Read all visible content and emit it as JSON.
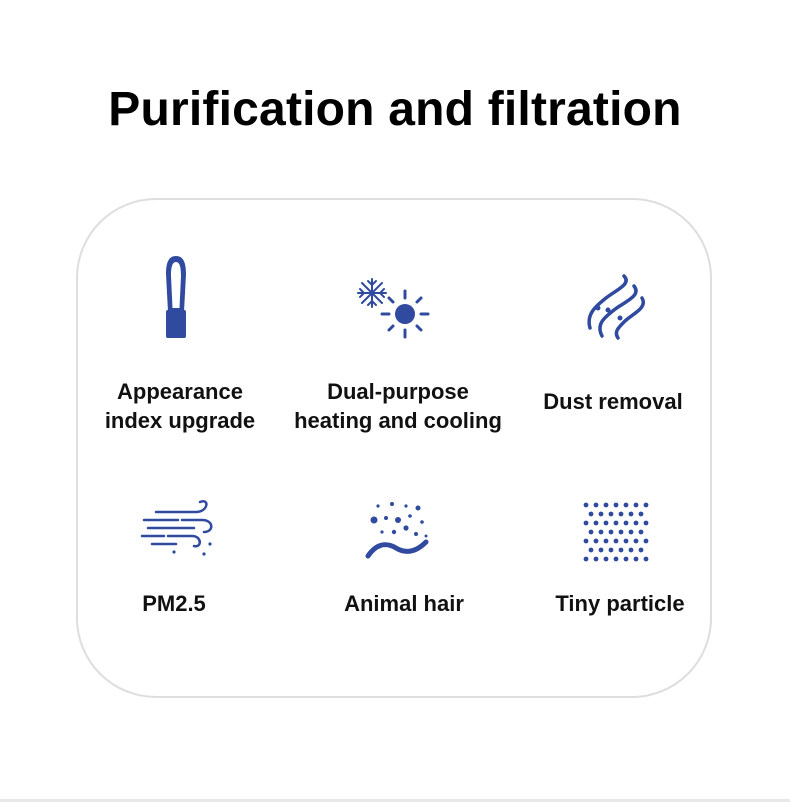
{
  "title": "Purification and filtration",
  "accent_color": "#2f4a9e",
  "features": [
    {
      "icon": "tower-fan-icon",
      "line1": "Appearance",
      "line2": "index upgrade"
    },
    {
      "icon": "snowflake-sun-icon",
      "line1": "Dual-purpose",
      "line2": "heating and cooling"
    },
    {
      "icon": "waves-icon",
      "line1": "Dust removal",
      "line2": ""
    },
    {
      "icon": "wind-icon",
      "line1": "PM2.5",
      "line2": ""
    },
    {
      "icon": "particles-wave-icon",
      "line1": "Animal hair",
      "line2": ""
    },
    {
      "icon": "dot-grid-icon",
      "line1": "Tiny particle",
      "line2": ""
    }
  ]
}
